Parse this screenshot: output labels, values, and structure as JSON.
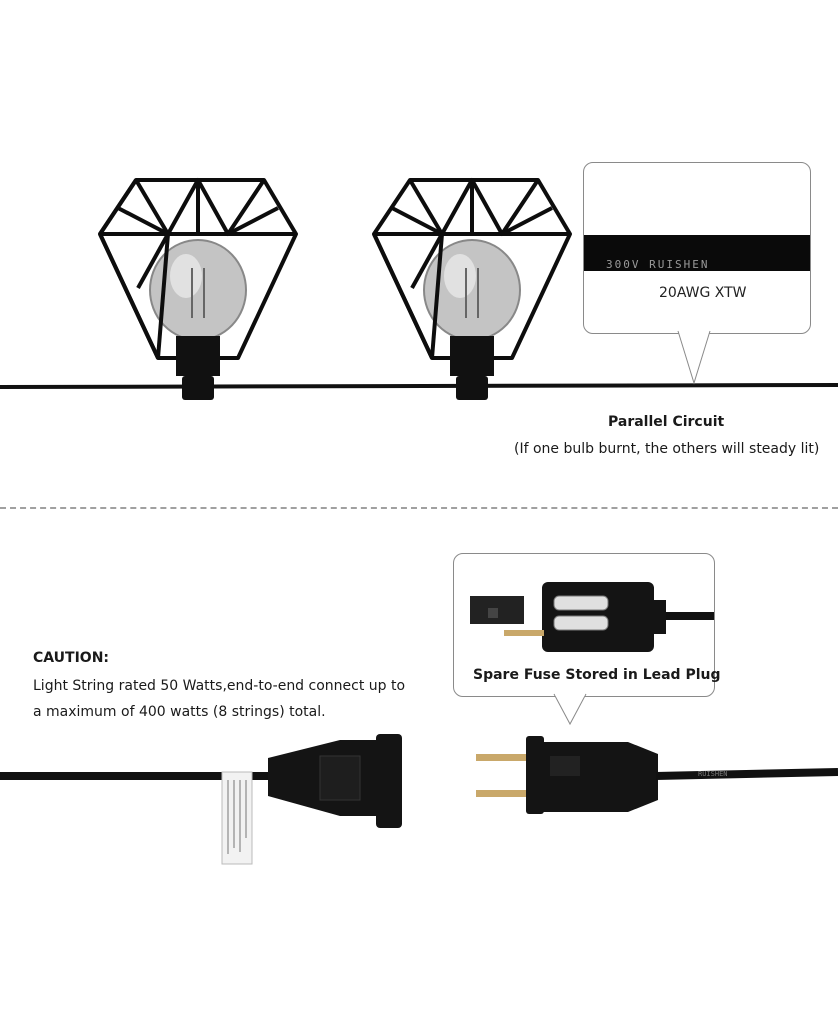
{
  "top_section": {
    "wire_label_print": "300V   RUISHEN",
    "wire_callout_label": "20AWG XTW",
    "circuit_title": "Parallel Circuit",
    "circuit_note": "(If one bulb burnt, the others will steady lit)"
  },
  "bottom_section": {
    "caution_title": "CAUTION:",
    "caution_line1": "Light String rated 50 Watts,end-to-end connect up to",
    "caution_line2": "a maximum of 400 watts (8 strings) total.",
    "fuse_label": "Spare Fuse Stored in Lead Plug",
    "plug_print": "RUISHEN"
  },
  "colors": {
    "cable": "#111111",
    "cage": "#0d0d0d",
    "bulb": "#bdbdbd",
    "box_border": "#8a8a8a",
    "divider": "#a0a0a0",
    "prong": "#c9a86a"
  }
}
